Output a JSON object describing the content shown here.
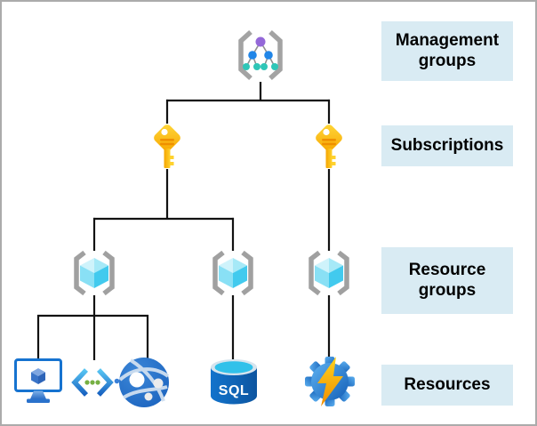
{
  "labels": {
    "management_groups": "Management groups",
    "subscriptions": "Subscriptions",
    "resource_groups": "Resource groups",
    "resources": "Resources"
  },
  "sql_text": "SQL",
  "icons": {
    "management_group": "management-group-brackets-tree-icon",
    "subscription": "subscription-key-icon",
    "resource_group": "resource-group-brackets-cube-icon",
    "virtual_machine": "virtual-machine-monitor-icon",
    "code_app": "code-angle-brackets-icon",
    "web_app": "globe-app-service-icon",
    "sql_database": "sql-database-cylinder-icon",
    "automation": "gear-lightning-icon"
  },
  "hierarchy": {
    "root": "management-group",
    "children": [
      {
        "node": "subscription-1",
        "children": [
          {
            "node": "resource-group-1",
            "children": [
              "virtual-machine",
              "code-app",
              "web-app"
            ]
          },
          {
            "node": "resource-group-2",
            "children": [
              "sql-database"
            ]
          }
        ]
      },
      {
        "node": "subscription-2",
        "children": [
          {
            "node": "resource-group-3",
            "children": [
              "automation"
            ]
          }
        ]
      }
    ]
  },
  "colors": {
    "label_box_bg": "#d9ebf3",
    "connector": "#121212",
    "canvas_border": "#ababab",
    "bracket_gray": "#a0a0a0",
    "key_yellow": "#ffcc12",
    "key_orange": "#f29100",
    "cube_cyan": "#42caee",
    "azure_blue": "#1673d0",
    "tree_purple": "#9468d8",
    "tree_blue": "#2186e8",
    "tree_teal": "#2fc6b7",
    "dot_green": "#76b043",
    "bolt_yellow": "#ffd21e",
    "bolt_orange": "#ef8d00",
    "sql_body_blue": "#1068be",
    "sql_top_cyan": "#31c1ea"
  }
}
